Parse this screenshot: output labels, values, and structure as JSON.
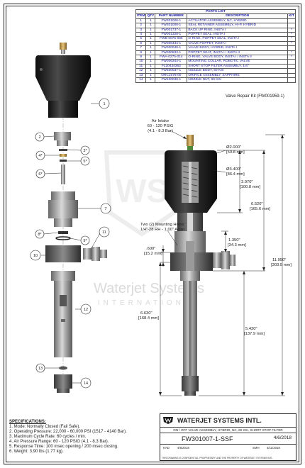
{
  "parts_list": {
    "title": "PARTS LIST",
    "headers": [
      "ITEM",
      "QTY",
      "PART NUMBER",
      "DESCRIPTION",
      "KIT"
    ],
    "rows": [
      [
        "1",
        "1",
        "FW301006-1",
        "ACTUATOR ASSEMBLY, NC, HYBRID",
        ""
      ],
      [
        "2",
        "1",
        "FW301008-1",
        "SEAL RETAINER ASSEMBLY, HI-P, HYBRID",
        ""
      ],
      [
        "3",
        "1",
        "FW001737-1",
        "BACK UP RING, INSTA I",
        "*"
      ],
      [
        "4",
        "1",
        "FW001328-1",
        "POPPET SEAL, INSTA I",
        "*"
      ],
      [
        "5",
        "1",
        "FWB-0075-006",
        "O-RING, POPPET SEAL, INSTA I",
        "*"
      ],
      [
        "6",
        "1",
        "FW006434-1",
        "VALVE POPPET, INSTA I",
        "*"
      ],
      [
        "7",
        "1",
        "FW000048-1",
        "VALVE BODY, HYBRID, INSTA I",
        ""
      ],
      [
        "8",
        "1",
        "FW000833-1",
        "POPPET SEAT, INSTA I / INSTA II",
        "*"
      ],
      [
        "9",
        "1",
        "FWA-0275-014",
        "O-RING, VALVE BODY, INSTA I / INSTA II",
        "*"
      ],
      [
        "10",
        "1",
        "FW006344-1",
        "MOUNTING COLLAR, ROBOTIC VALVE",
        ""
      ],
      [
        "11",
        "1",
        "FL20434363",
        "SHORT STOP FILTER ASSEMBLY, 1/4\"",
        ""
      ],
      [
        "12",
        "1",
        "FW500037-1",
        "NOZZLE BODY, 60 KSI",
        ""
      ],
      [
        "13",
        "1",
        "ORC1678-00",
        "ORIFICE ASSEMBLY, SAPPHIRE",
        ""
      ],
      [
        "14",
        "1",
        "FW100038-1",
        "NOZZLE NUT, 60 KSI",
        ""
      ]
    ],
    "kit_caption": "Valve Repair Kit (FW001959-1)"
  },
  "callouts": [
    "1",
    "2",
    "3*",
    "4*",
    "5*",
    "6*",
    "7",
    "8*",
    "9*",
    "10",
    "11",
    "12",
    "13",
    "14"
  ],
  "dimensions": {
    "air_intake_1": "Air Intake",
    "air_intake_2": "60 - 120 PSIG",
    "air_intake_3": "(4.1 - 8.3 Bar)",
    "d1_in": "Ø2.000\"",
    "d1_mm": "[50.8 mm]",
    "d2_in": "Ø3.400\"",
    "d2_mm": "[86.4 mm]",
    "h1_in": "3.970\"",
    "h1_mm": "[100.8 mm]",
    "h2_in": "6.520\"",
    "h2_mm": "[165.6 mm]",
    "h3_in": "11.950\"",
    "h3_mm": "[303.5 mm]",
    "h4_in": "1.350\"",
    "h4_mm": "[34.3 mm]",
    "mount_1": "Two (2) Mounting Holes:",
    "mount_2": "1/4\"-28 RH - 1.00\" Apart",
    "h5_in": ".600\"",
    "h5_mm": "[15.2 mm]",
    "h6_in": "6.630\"",
    "h6_mm": "[168.4 mm]",
    "h7_in": "5.430\"",
    "h7_mm": "[137.9 mm]"
  },
  "watermark": {
    "line1": "Waterjet Systems",
    "line2": "INTERNATIONAL"
  },
  "specifications": {
    "heading": "SPECIFICATIONS:",
    "items": [
      "1. Mode: Normally Closed (Fail Safe).",
      "2. Operating Pressure: 22,000 - 60,000 PSI (1517 - 4140 Bar).",
      "3. Maximum Cycle Rate: 60 cycles / min.",
      "4. Air Pressure Range: 60 - 120 PSIG (4.1 - 8.3 Bar).",
      "5. Response Time: 100 msec opening / 200 msec closing.",
      "6. Weight: 3.90 lbs (1.77 kg)."
    ]
  },
  "title_block": {
    "company": "WATERJET SYSTEMS INTL.",
    "description": "ON / OFF VALVE ASSEMBLY, HYBRID, NC, 60 KSI, SHORT STOP FILTER",
    "part_number": "FW301007-1-SSF",
    "date": "4/6/2018",
    "drawn_by": "KAD",
    "drawn_date": "4/6/2018",
    "approved_by": "SMH",
    "approved_date": "4/11/2018",
    "footer": "THIS DRAWING IS CONFIDENTIAL, PROPRIETARY, AND THE PROPERTY OF WATERJET SYSTEMS INTL."
  },
  "colors": {
    "ink": "#222222",
    "parts_text": "#1a1aa6",
    "body_dark": "#1c1c1c",
    "body_mid": "#5a5a5a",
    "brass": "#c9a25a",
    "fitting_green": "#4f8a3c",
    "watermark": "#d9d9d9"
  }
}
